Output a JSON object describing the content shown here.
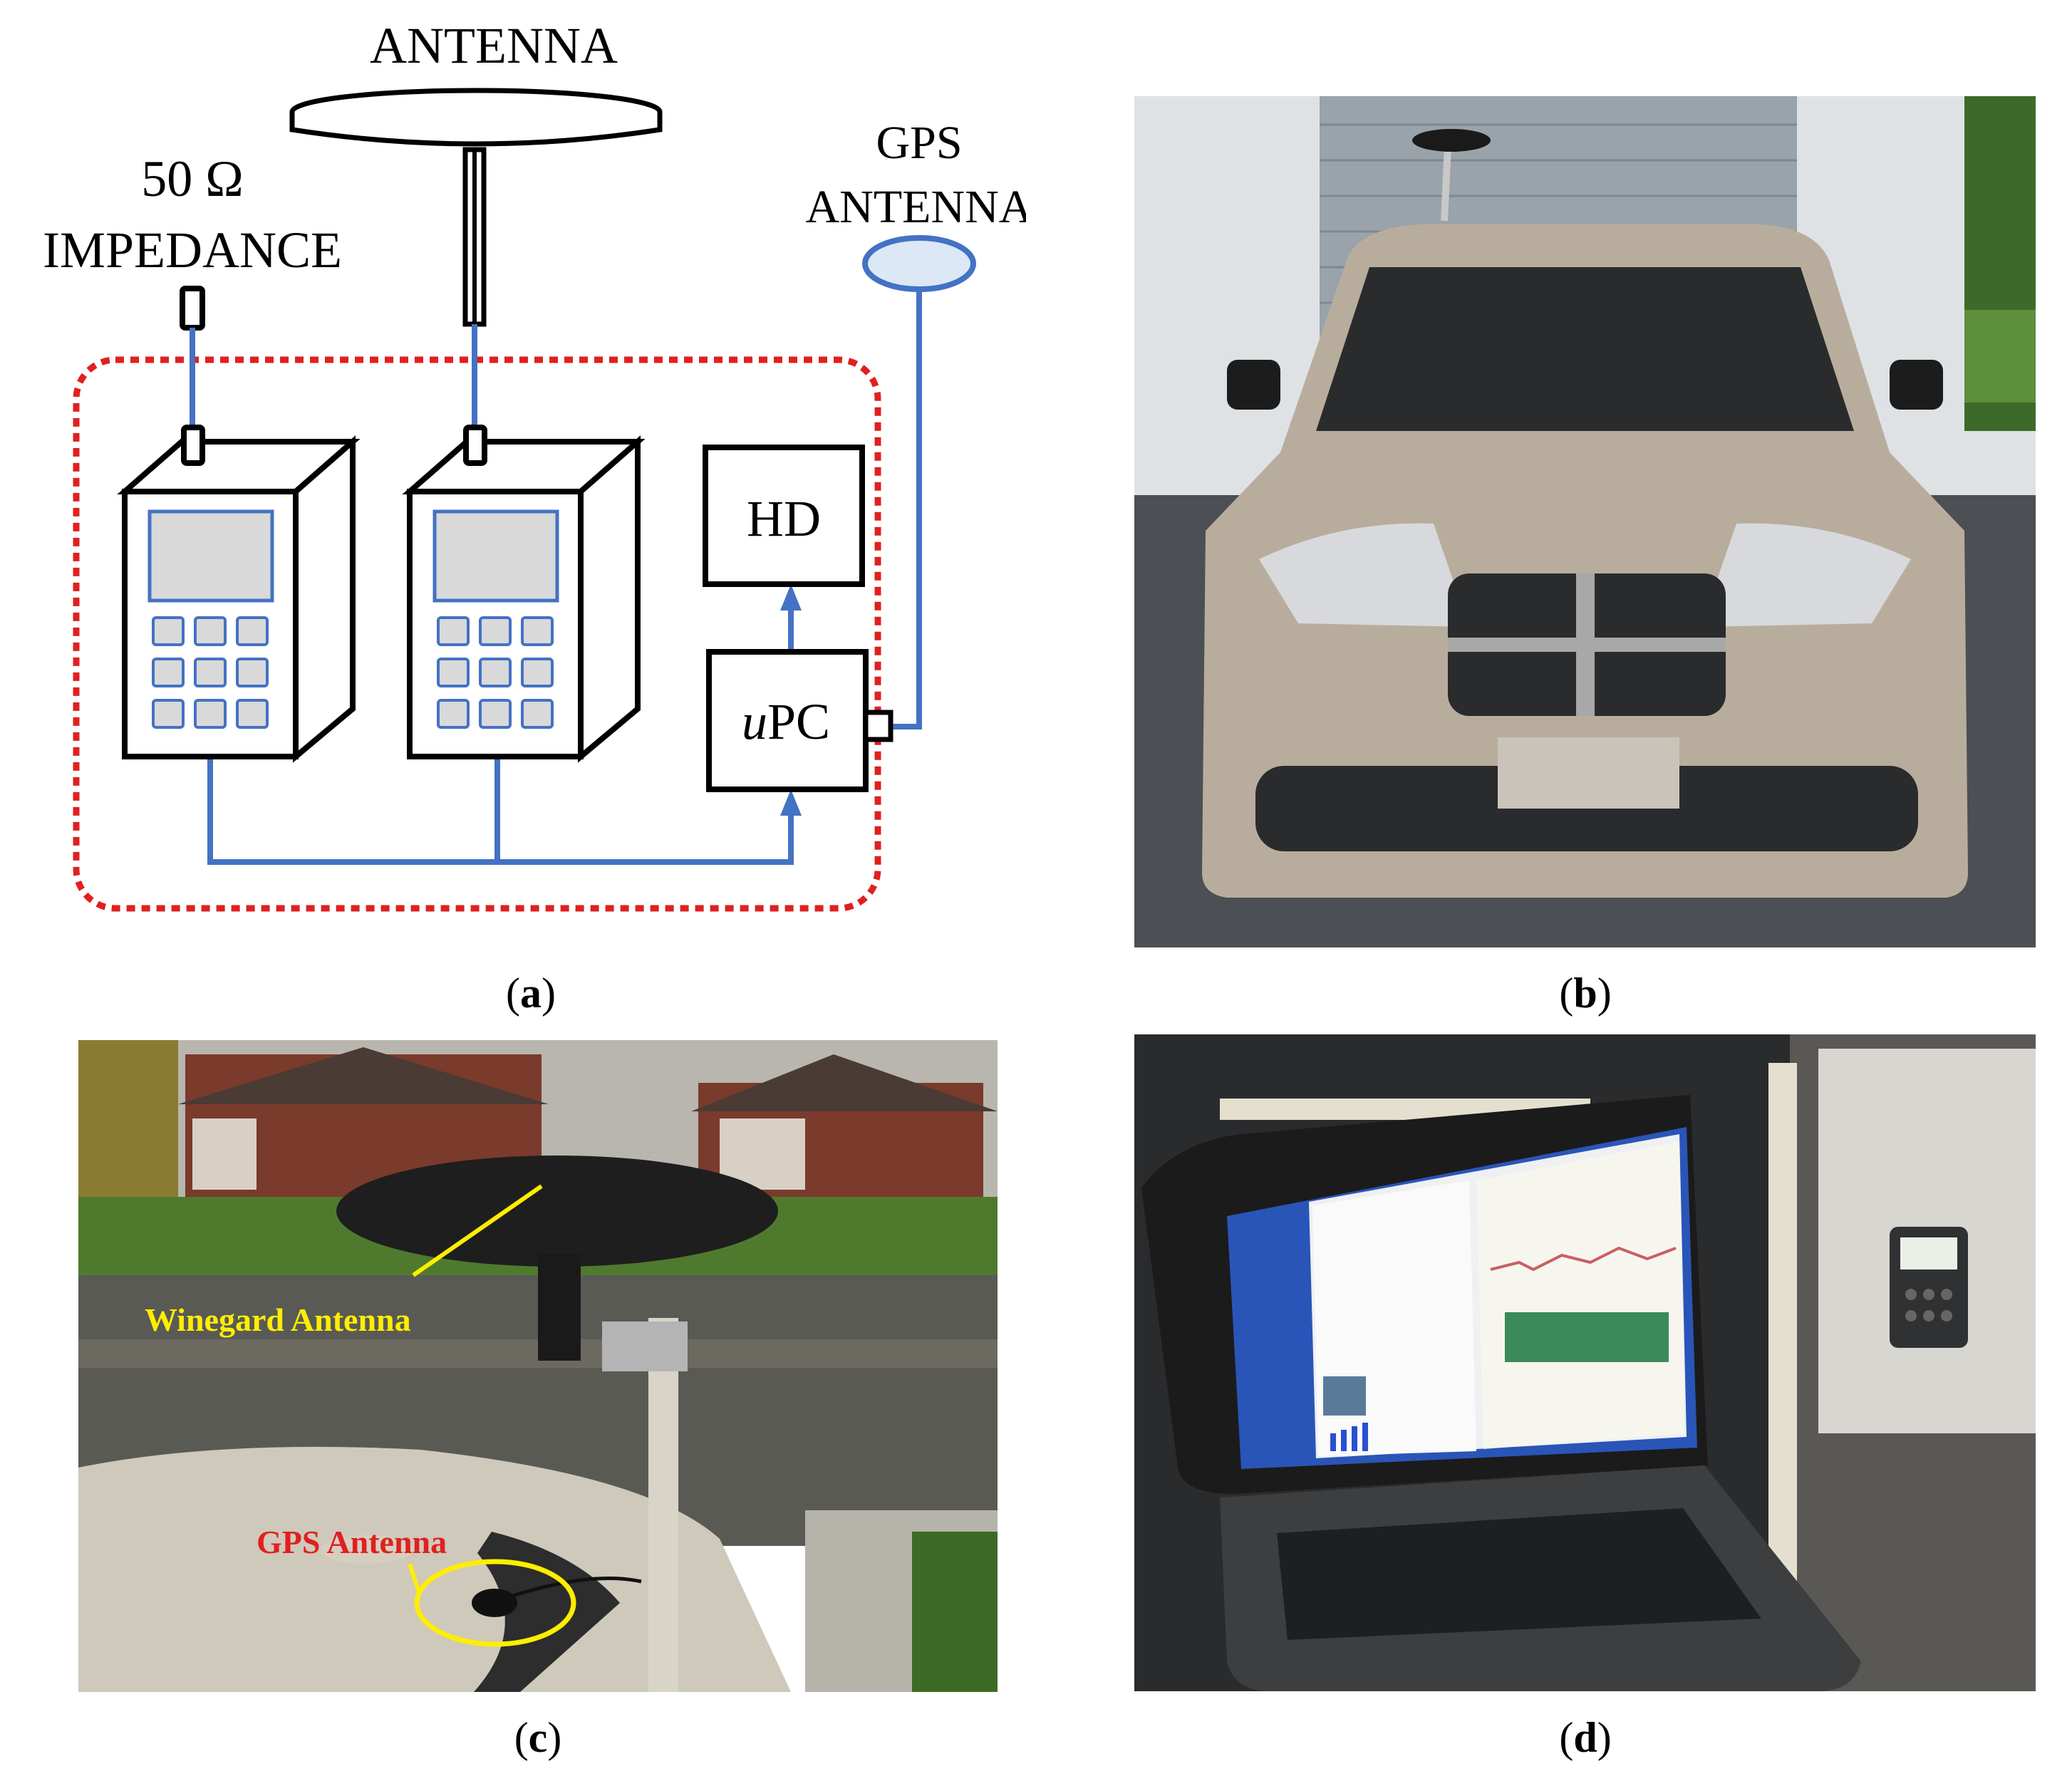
{
  "panel_a": {
    "antenna_label": "ANTENNA",
    "impedance_value": "50 Ω",
    "impedance_label": "IMPEDANCE",
    "gps_label_line1": "GPS",
    "gps_label_line2": "ANTENNA",
    "hd_label": "HD",
    "upc_prefix": "u",
    "upc_suffix": "PC",
    "colors": {
      "wire": "#4472c4",
      "enclosure": "#e02020",
      "screen": "#d9d9d9",
      "gps_fill": "#dde8f6"
    }
  },
  "panel_c": {
    "winegard_label": "Winegard Antenna",
    "gps_label": "GPS Antenna",
    "colors": {
      "winegard_label": "#ffee00",
      "gps_label": "#e02020",
      "callout": "#ffee00"
    }
  },
  "captions": {
    "a": "a",
    "b": "b",
    "c": "c",
    "d": "d"
  }
}
